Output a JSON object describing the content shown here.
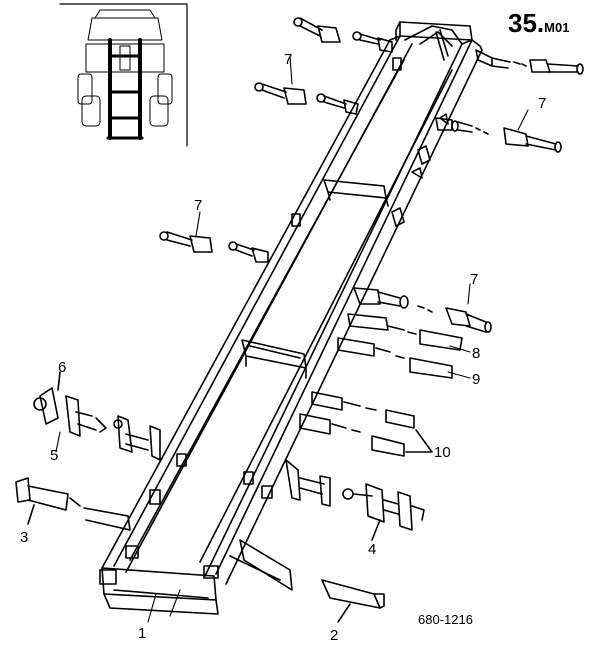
{
  "page": {
    "number": "35.",
    "suffix": "M01"
  },
  "drawing_id": "680-1216",
  "callouts": {
    "c1": "1",
    "c2": "2",
    "c3": "3",
    "c4": "4",
    "c5": "5",
    "c6": "6",
    "c7a": "7",
    "c7b": "7",
    "c7c": "7",
    "c7d": "7",
    "c8": "8",
    "c9": "9",
    "c10": "10"
  },
  "colors": {
    "ink": "#000000",
    "paper": "#ffffff"
  }
}
